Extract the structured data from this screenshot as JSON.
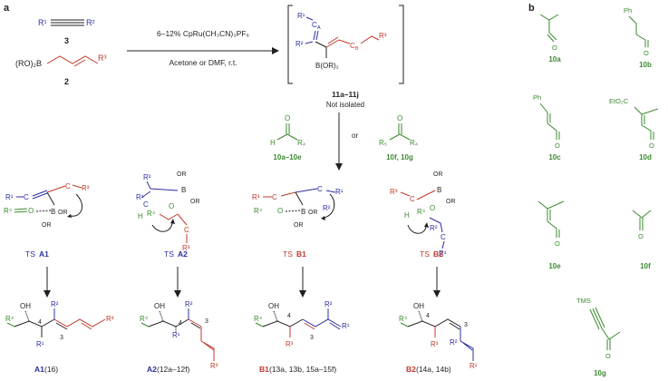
{
  "panel_a": {
    "label": "a",
    "reactant_alkyne": {
      "r1": "R¹",
      "r2": "R²",
      "number": "3"
    },
    "reactant_borane": {
      "ro2b": "(RO)₂B",
      "r3": "R³",
      "number": "2"
    },
    "conditions_top": "6–12% CpRu(CH₃CN)₃PF₆",
    "conditions_bottom": "Acetone or DMF, r.t.",
    "intermediate": {
      "label": "11a–11j",
      "note": "Not isolated",
      "boryl": "B(OR)₂",
      "r1": "R¹",
      "r2": "R²",
      "r3": "R³",
      "ca": "C",
      "ca_sub": "A",
      "cb": "C",
      "cb_sub": "B"
    },
    "aldehydes": {
      "left": "10a–10e",
      "or": "or",
      "right": "10f, 10g",
      "h": "H",
      "r4": "R₄",
      "r5": "R₅",
      "o": "O"
    },
    "transition_states": [
      {
        "prefix": "TS ",
        "name": "A1"
      },
      {
        "prefix": "TS ",
        "name": "A2"
      },
      {
        "prefix": "TS ",
        "name": "B1"
      },
      {
        "prefix": "TS ",
        "name": "B2"
      }
    ],
    "products": [
      {
        "name": "A1",
        "detail": " (16)"
      },
      {
        "name": "A2",
        "detail": " (12a–12f)"
      },
      {
        "name": "B1",
        "detail": " (13a, 13b, 15a–15f)"
      },
      {
        "name": "B2",
        "detail": " (14a, 14b)"
      }
    ],
    "atom_labels": {
      "oh": "OH",
      "or": "OR",
      "b": "B",
      "o": "O",
      "h": "H",
      "r1": "R¹",
      "r2": "R²",
      "r3": "R³",
      "r4": "R⁴",
      "n3": "3",
      "n4": "4"
    }
  },
  "panel_b": {
    "label": "b",
    "compounds": [
      "10a",
      "10b",
      "10c",
      "10d",
      "10e",
      "10f",
      "10g"
    ],
    "ph": "Ph",
    "eto2c": "EtO₂C",
    "tms": "TMS",
    "o": "O"
  },
  "colors": {
    "black": "#231f20",
    "blue": "#2b2f9e",
    "red": "#c0392b",
    "green": "#3a8a2e"
  }
}
